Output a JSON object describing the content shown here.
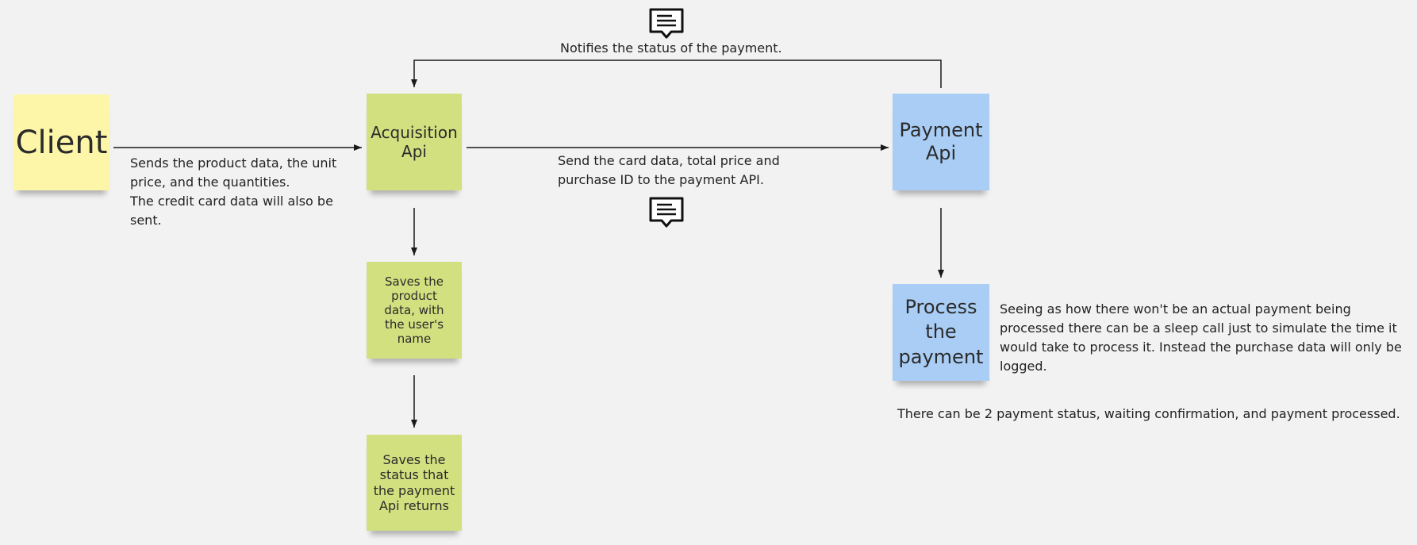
{
  "stickies": {
    "client": "Client",
    "acquisition_api": "Acquisition Api",
    "payment_api": "Payment Api",
    "saves_product": "Saves the product data, with the user's name",
    "saves_status": "Saves the status that the payment Api returns",
    "process_payment": "Process the payment"
  },
  "notes": {
    "client_to_acquisition_1": "Sends the product data, the unit price, and the quantities.",
    "client_to_acquisition_2": "The credit card data will also be sent.",
    "acquisition_to_payment": "Send the card data, total price and purchase ID to the payment API.",
    "payment_notifies": "Notifies the status of the payment.",
    "process_explanation": "Seeing as how there won't be an actual payment being processed there can be a sleep call just to simulate the time it would take to process it. Instead the purchase data will only be logged.",
    "payment_statuses": "There can be 2 payment status, waiting confirmation, and payment processed."
  },
  "colors": {
    "background": "#f2f2f2",
    "yellow_sticky": "#fdf6a8",
    "green_sticky": "#d2e07f",
    "blue_sticky": "#a9cdf5",
    "connector": "#1a1a1a"
  },
  "icons": {
    "comment_top": "comment-icon",
    "comment_middle": "comment-icon"
  }
}
